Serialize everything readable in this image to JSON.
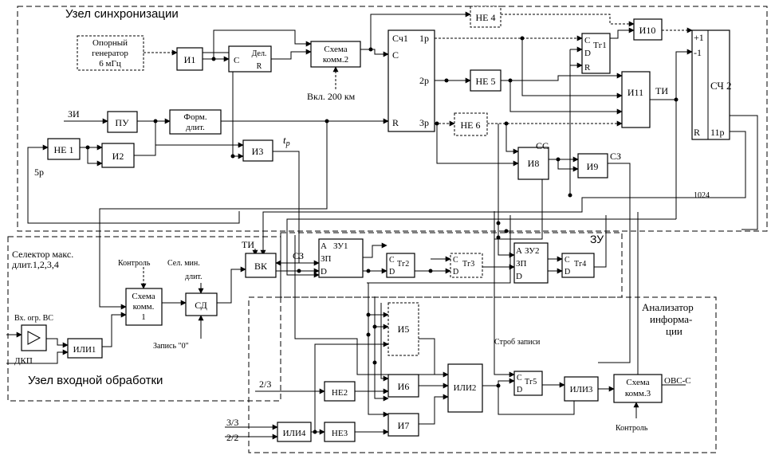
{
  "regions": {
    "sync_unit": "Узел синхронизации",
    "input_unit": "Узел входной обработки",
    "selector_1": "Селектор макс.",
    "selector_2": "длит.1,2,3,4",
    "analyzer_1": "Анализатор",
    "analyzer_2": "информа-",
    "analyzer_3": "ции",
    "zu": "ЗУ"
  },
  "blocks": {
    "oporny_1": "Опорный",
    "oporny_2": "генератор",
    "oporny_3": "6 мГц",
    "i1": "И1",
    "div_c": "С",
    "div_1": "Дел.",
    "div_2": "R",
    "komm2_1": "Схема",
    "komm2_2": "комм.2",
    "sch1_title": "Сч1",
    "sch1_c": "С",
    "sch1_r": "R",
    "sch1_1p": "1р",
    "sch1_2p": "2р",
    "sch1_3p": "3р",
    "ne4": "НЕ 4",
    "ne5": "НЕ 5",
    "ne6": "НЕ 6",
    "tr1_c": "С",
    "tr1_title": "Тг1",
    "tr1_d": "D",
    "tr1_r": "R",
    "i10": "И10",
    "i11": "И11",
    "sch2_title": "СЧ 2",
    "sch2_plus1": "+1",
    "sch2_minus1": "-1",
    "sch2_r": "R",
    "sch2_11p": "11р",
    "pu": "ПУ",
    "form_1": "Форм.",
    "form_2": "длит.",
    "ne1": "НЕ 1",
    "i2": "И2",
    "i3": "И3",
    "i8": "И8",
    "i9": "И9",
    "vk": "ВК",
    "zu1_a": "А",
    "zu1_title": "ЗУ1",
    "zu1_zp": "ЗП",
    "zu1_d": "D",
    "tr2_c": "С",
    "tr2_title": "Тг2",
    "tr2_d": "D",
    "tr3_c": "С",
    "tr3_title": "Тг3",
    "tr3_d": "D",
    "zu2_a": "А",
    "zu2_title": "ЗУ2",
    "zu2_zp": "ЗП",
    "zu2_d": "D",
    "tr4_c": "С",
    "tr4_title": "Тг4",
    "tr4_d": "D",
    "komm1_1": "Схема",
    "komm1_2": "комм.",
    "komm1_3": "1",
    "sd": "СД",
    "ili1": "ИЛИ1",
    "i5": "И5",
    "i6": "И6",
    "i7": "И7",
    "ne2": "НЕ2",
    "ne3": "НЕ3",
    "ili2": "ИЛИ2",
    "ili3": "ИЛИ3",
    "ili4": "ИЛИ4",
    "tr5_c": "С",
    "tr5_title": "Тг5",
    "tr5_d": "D",
    "komm3_1": "Схема",
    "komm3_2": "комм.3"
  },
  "labels": {
    "vkl200": "Вкл. 200 км",
    "zi": "ЗИ",
    "tr": "t",
    "tr_sub": "р",
    "p5": "5р",
    "ti_1": "ТИ",
    "ti_2": "ТИ",
    "ss": "СС",
    "sz_1": "СЗ",
    "sz_2": "СЗ",
    "n1024": "1024",
    "kontrol_1": "Контроль",
    "sel_min_1": "Сел. мин.",
    "sel_min_2": "длит.",
    "zapis0": "Запись \"0\"",
    "vh_ogr": "Вх. огр. ВС",
    "dkp": "ДКП",
    "strob": "Строб записи",
    "in_23": "2/3",
    "in_33": "3/3",
    "in_22": "2/2",
    "ovs": "ОВС-С",
    "kontrol_2": "Контроль"
  }
}
